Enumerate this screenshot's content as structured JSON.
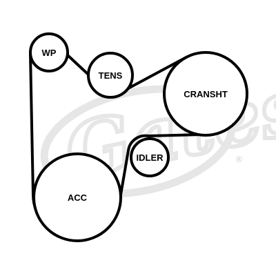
{
  "diagram": {
    "pulleys": {
      "wp": {
        "label": "WP"
      },
      "tens": {
        "label": "TENS"
      },
      "cransht": {
        "label": "CRANSHT"
      },
      "idler": {
        "label": "IDLER"
      },
      "acc": {
        "label": "ACC"
      }
    },
    "watermark": {
      "brand": "Gates",
      "registered_mark": "®"
    }
  }
}
